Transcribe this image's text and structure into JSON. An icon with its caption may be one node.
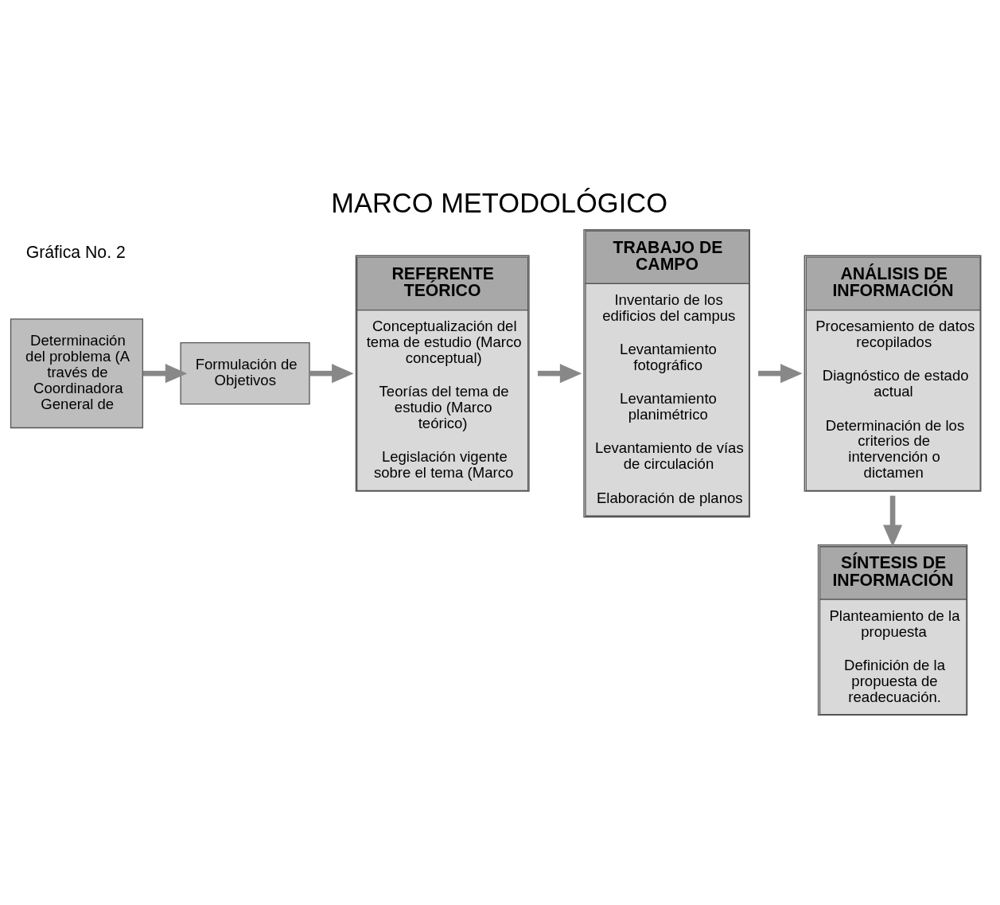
{
  "diagram": {
    "title": "MARCO METODOLÓGICO",
    "nodes": [
      {
        "text": [
          "Determinación del problema (A través de Coordinadora General de"
        ]
      },
      {
        "text": [
          "Formulación de Objetivos"
        ]
      },
      {
        "text": [
          "REFERENTE TEÓRICO",
          "Conceptualización del tema de estudio (Marco conceptual)",
          "Teorías del tema de estudio (Marco teórico)",
          "Legislación vigente sobre el tema (Marco"
        ]
      },
      {
        "text": [
          "TRABAJO DE CAMPO",
          "Inventario de los edificios del campus",
          "Levantamiento fotográfico",
          "Levantamiento planimétrico",
          "Levantamiento de vías de circulación",
          "Elaboración de planos"
        ]
      },
      {
        "text": [
          "ANÁLISIS DE INFORMACIÓN",
          "Procesamiento de datos recopilados",
          "Diagnóstico de estado actual",
          "Determinación de los criterios de intervención o dictamen"
        ]
      },
      {
        "text": [
          "SÍNTESIS DE INFORMACIÓN",
          "Planteamiento de la propuesta",
          "Definición de la propuesta de readecuación."
        ]
      }
    ],
    "edges": [
      {
        "from": 0,
        "to": 1,
        "arrow": "to"
      },
      {
        "from": 1,
        "to": 2,
        "arrow": "to"
      },
      {
        "from": 2,
        "to": 3,
        "arrow": "to"
      },
      {
        "from": 3,
        "to": 4,
        "arrow": "to"
      },
      {
        "from": 4,
        "to": 5,
        "arrow": "to"
      }
    ],
    "labels": [
      "Gráfica No. 2"
    ]
  }
}
